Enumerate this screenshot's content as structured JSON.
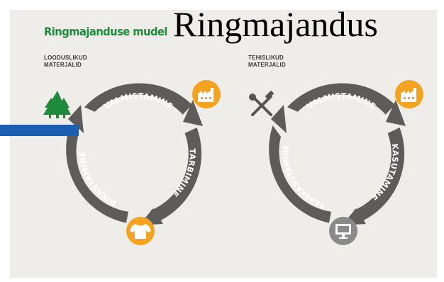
{
  "header": {
    "big_title": "Ringmajandus",
    "model_title": "Ringmajanduse mudel"
  },
  "left_cycle": {
    "category_line1": "LOODUSLIKUD",
    "category_line2": "MATERJALID",
    "stage_top": "VALMISTAMINE",
    "stage_right": "TARBIMINE",
    "stage_left": "RIKASTAMINE",
    "source_icon": "tree-icon",
    "top_icon": "factory-icon",
    "bottom_icon": "tshirt-icon"
  },
  "right_cycle": {
    "category_line1": "TEHISLIKUD",
    "category_line2": "MATERJALID",
    "stage_top": "VALMISTAMINE",
    "stage_right": "KASUTAMINE",
    "stage_left": "TAASKASUTAMINE",
    "source_icon": "tools-icon",
    "top_icon": "factory-icon",
    "bottom_icon": "monitor-icon"
  },
  "colors": {
    "ring": "#5d5c5b",
    "accent_orange": "#f3a31f",
    "green": "#1f8a3c",
    "grey_icon": "#8a8a8a",
    "blue_bar": "#1b5fb2",
    "background": "#efedea"
  }
}
